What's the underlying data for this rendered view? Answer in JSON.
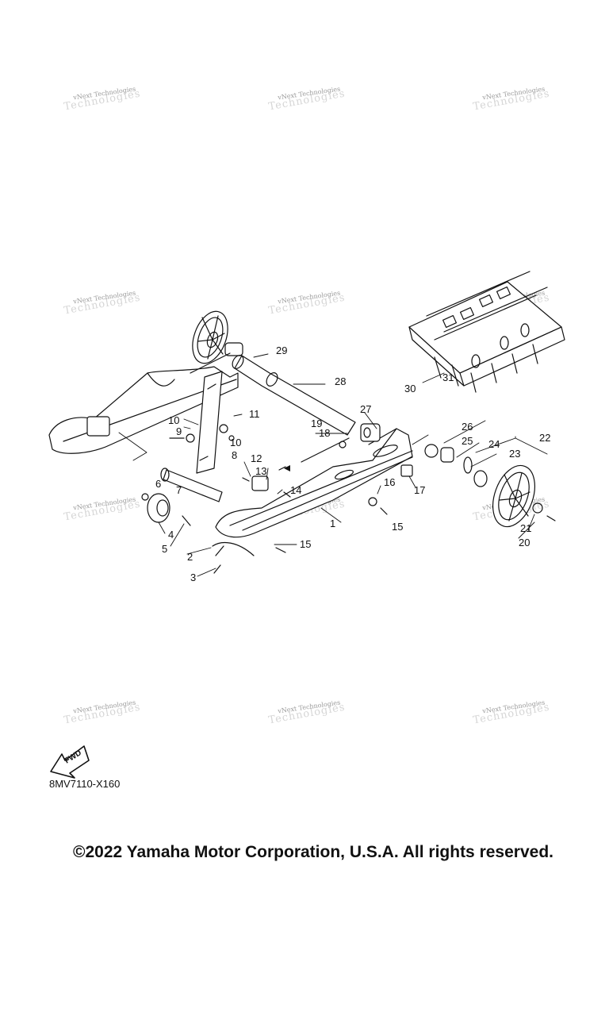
{
  "watermark": {
    "line1": "vNext Technologies",
    "line2": "Technologies"
  },
  "labels": {
    "n1": "1",
    "n2": "2",
    "n3": "3",
    "n4": "4",
    "n5": "5",
    "n6": "6",
    "n7": "7",
    "n8": "8",
    "n9": "9",
    "n10a": "10",
    "n10b": "10",
    "n11": "11",
    "n12": "12",
    "n13": "13",
    "n14": "14",
    "n15a": "15",
    "n15b": "15",
    "n16": "16",
    "n17": "17",
    "n18": "18",
    "n19": "19",
    "n20": "20",
    "n21": "21",
    "n22": "22",
    "n23": "23",
    "n24": "24",
    "n25": "25",
    "n26": "26",
    "n27": "27",
    "n28": "28",
    "n29": "29",
    "n30": "30",
    "n31": "31"
  },
  "fwd_label": "FWD",
  "ref_code": "8MV7110-X160",
  "copyright": "©2022 Yamaha Motor Corporation, U.S.A. All rights reserved."
}
